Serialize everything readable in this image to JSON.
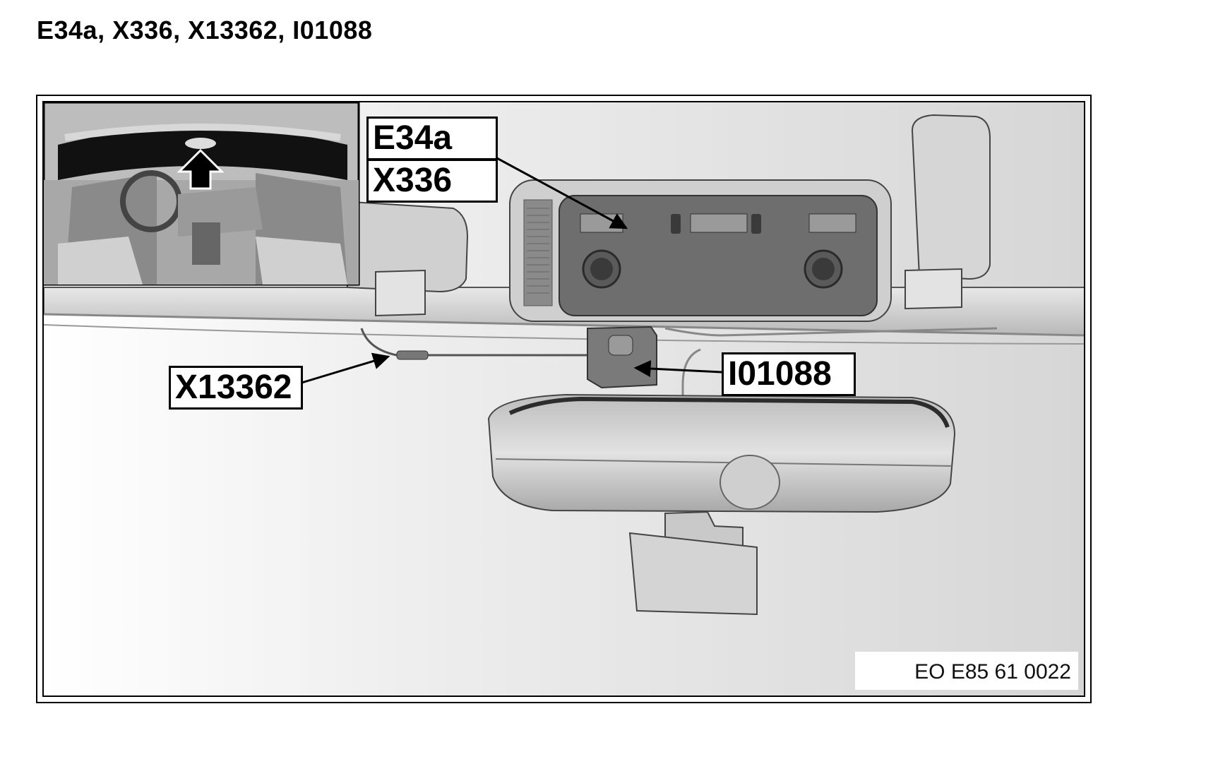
{
  "title": "E34a, X336, X13362, I01088",
  "callouts": {
    "e34a": "E34a",
    "x336": "X336",
    "x13362": "X13362",
    "i01088": "I01088"
  },
  "figure_code": "EO E85 61 0022",
  "colors": {
    "line": "#000000",
    "panel_dark": "#6b6b6b",
    "panel_light": "#d9d9d9",
    "background_gray": "#e6e6e6"
  }
}
